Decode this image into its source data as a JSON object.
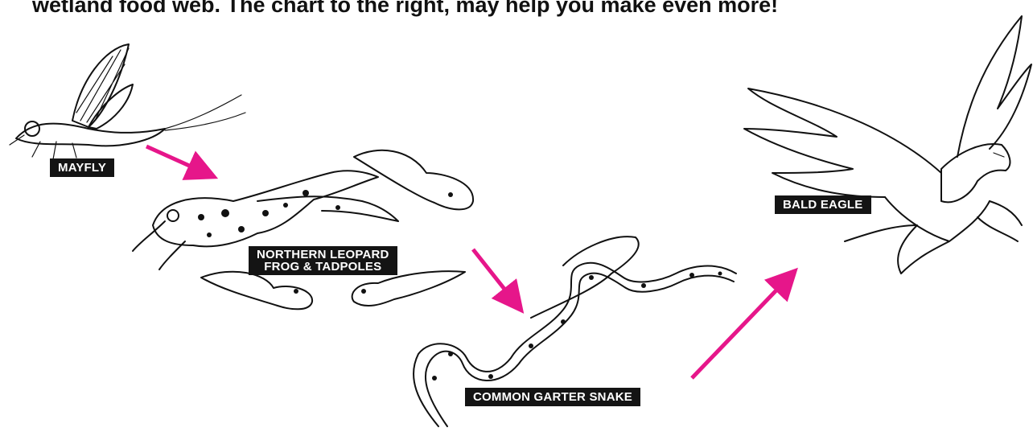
{
  "intro": {
    "text": "wetland food web. The chart to the right, may help you make even more!"
  },
  "organisms": {
    "mayfly": "MAYFLY",
    "frog_line1": "NORTHERN LEOPARD",
    "frog_line2": "FROG & TADPOLES",
    "snake": "COMMON GARTER SNAKE",
    "eagle": "BALD EAGLE"
  },
  "colors": {
    "arrow": "#e6168a",
    "label_bg": "#141414",
    "label_text": "#ffffff"
  }
}
